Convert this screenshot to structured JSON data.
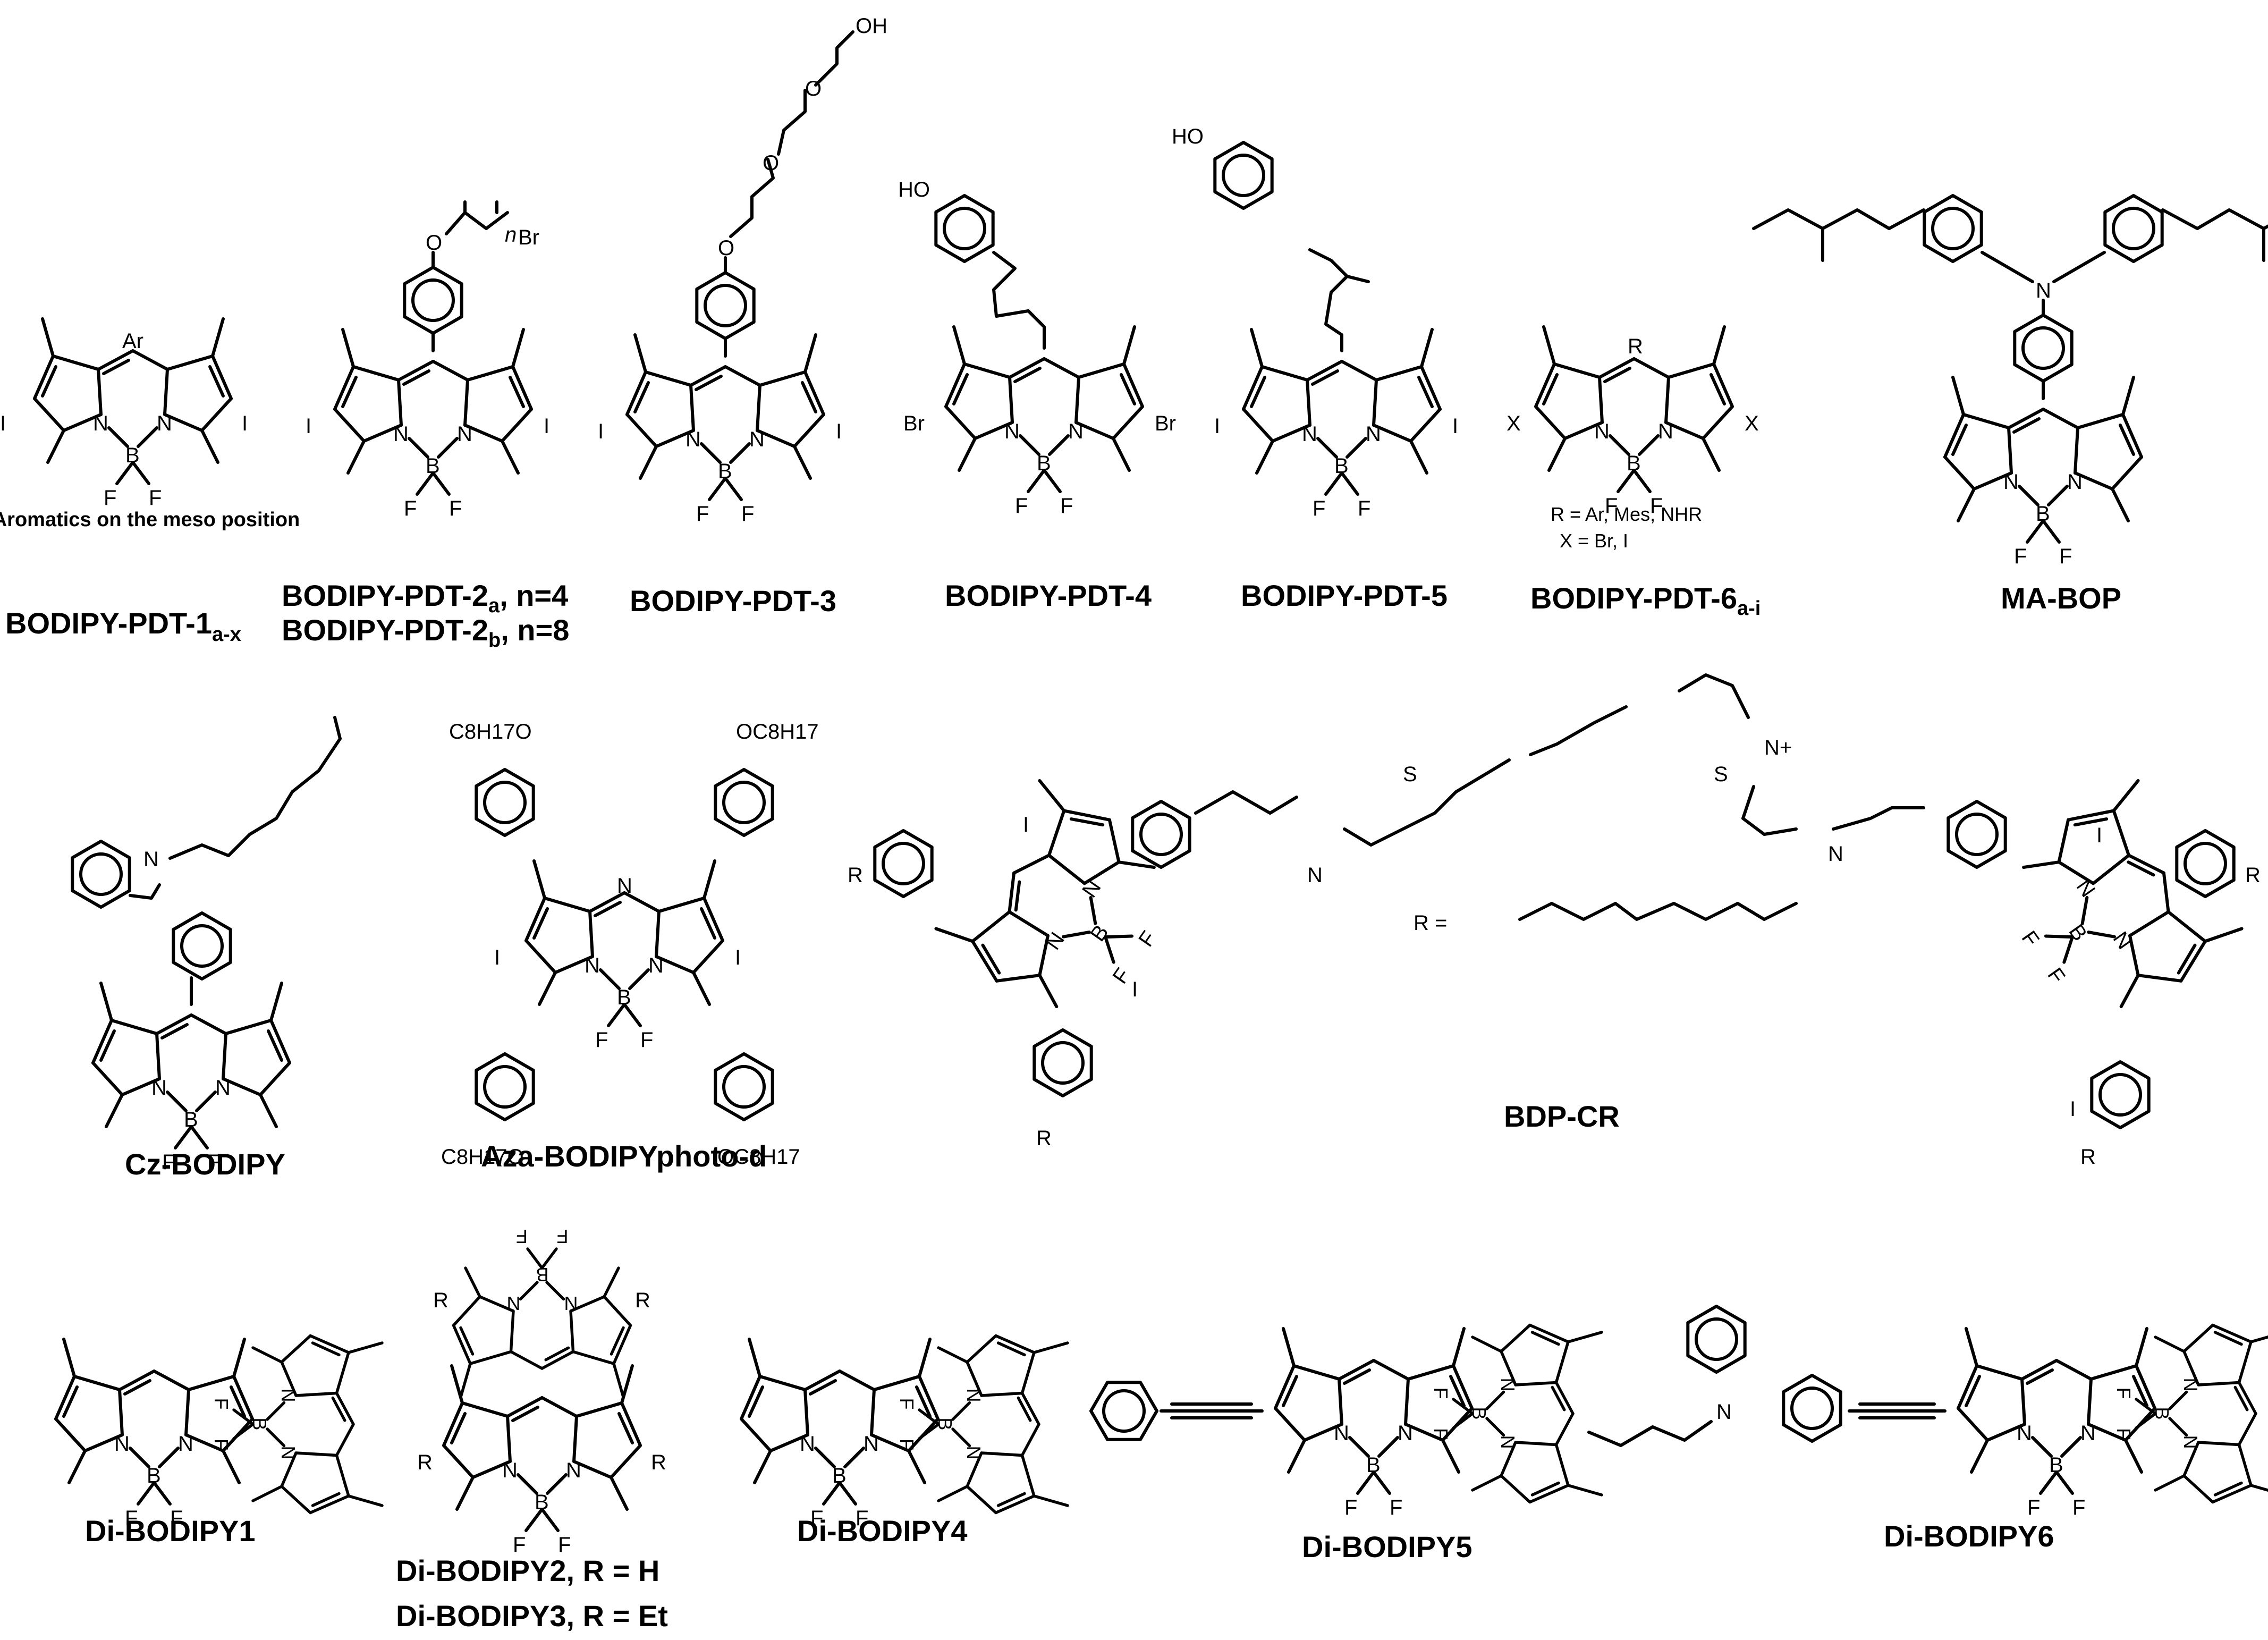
{
  "compounds": [
    {
      "label": "BODIPY-PDT-1",
      "sub": "a-x",
      "note": "Aromatics on the meso position",
      "meso": "Ar",
      "halogen": "I"
    },
    {
      "label": "BODIPY-PDT-2",
      "sub": "a",
      "tail": ", n=4",
      "label2": "BODIPY-PDT-2",
      "sub2": "b",
      "tail2": ", n=8",
      "halogen": "I",
      "substituent": "O",
      "chain_end": "Br",
      "index": "n"
    },
    {
      "label": "BODIPY-PDT-3",
      "halogen": "I",
      "substituent": "O",
      "chain_end": "OH"
    },
    {
      "label": "BODIPY-PDT-4",
      "halogen": "Br",
      "substituent": "HO"
    },
    {
      "label": "BODIPY-PDT-5",
      "halogen": "I",
      "substituent": "HO"
    },
    {
      "label": "BODIPY-PDT-6",
      "sub": "a-i",
      "meso": "R",
      "halogen": "X",
      "note1": "R = Ar, Mes, NHR",
      "note2": "X = Br, I"
    },
    {
      "label": "MA-BOP",
      "n_atom": "N"
    },
    {
      "label": "Cz-BODIPY",
      "n_atom": "N"
    },
    {
      "label": "Aza-BODIPYphoto-d",
      "halogen": "I",
      "alkoxy": "C8H17O",
      "alkoxy2": "OC8H17",
      "n_atom": "N"
    },
    {
      "label": "BDP-CR",
      "r_def": "R =",
      "r_group": "R",
      "halogen": "I",
      "s_atom": "S",
      "n_plus": "N+"
    },
    {
      "label": "Di-BODIPY1"
    },
    {
      "label": "Di-BODIPY2, R = H",
      "label2": "Di-BODIPY3, R = Et",
      "r_group": "R"
    },
    {
      "label": "Di-BODIPY4"
    },
    {
      "label": "Di-BODIPY5"
    },
    {
      "label": "Di-BODIPY6",
      "n_atom": "N"
    }
  ],
  "atoms": {
    "N": "N",
    "B": "B",
    "F": "F"
  }
}
